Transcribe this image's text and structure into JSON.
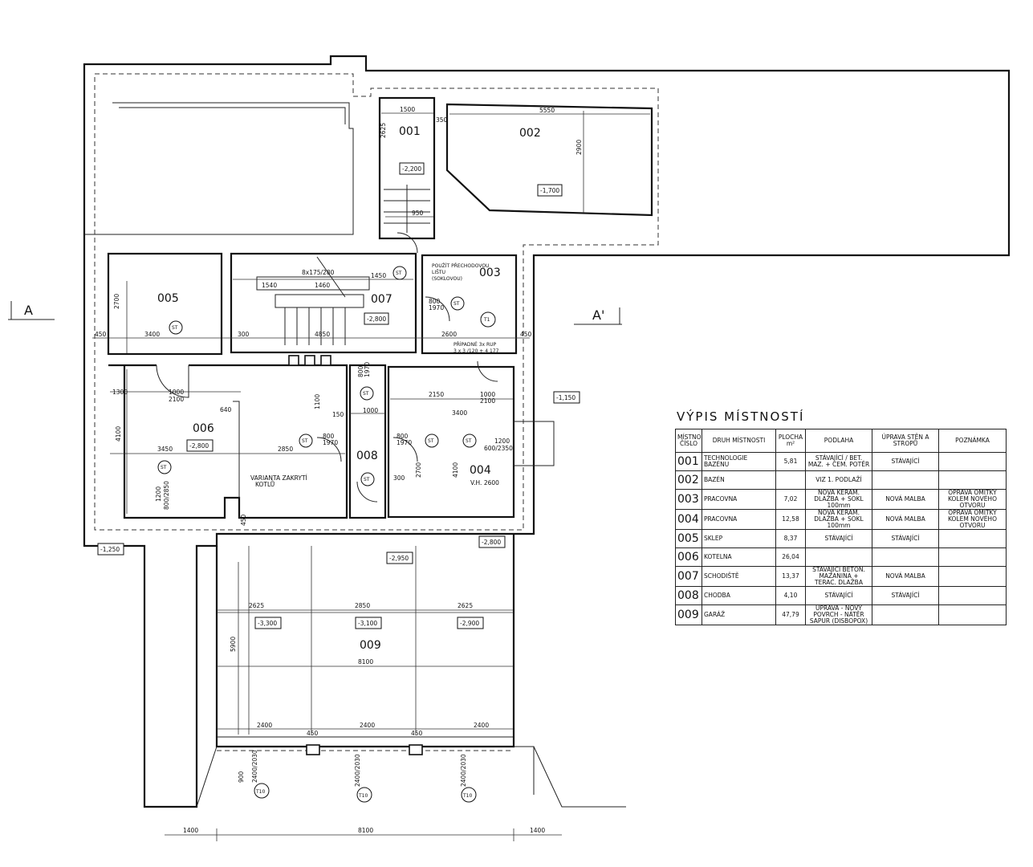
{
  "rooms": {
    "r001": "001",
    "r002": "002",
    "r003": "003",
    "r004": "004",
    "r005": "005",
    "r006": "006",
    "r007": "007",
    "r008": "008",
    "r009": "009"
  },
  "levels": {
    "l001": "-2,200",
    "l002": "-1,700",
    "l006": "-2,800",
    "l007": "-2,800",
    "l_right": "-1,150",
    "l_left": "-1,250",
    "l_corr": "-2,800",
    "l_gar_in": "-2,950",
    "l_gar1": "-3,300",
    "l_gar2": "-3,100",
    "l_gar3": "-2,900"
  },
  "section": {
    "left": "A",
    "right": "A'"
  },
  "dims": {
    "d1500": "1500",
    "d5550": "5550",
    "d2625a": "2625",
    "d350": "350",
    "d2900": "2900",
    "d950": "950",
    "d1540": "1540",
    "d1460": "1460",
    "d1450": "1450",
    "d8x175": "8x175/280",
    "d2700a": "2700",
    "d3400a": "3400",
    "d450a": "450",
    "d300a": "300",
    "d4850": "4850",
    "d2600": "2600",
    "d450b": "450",
    "d1300": "1300",
    "d1000a": "1000",
    "d2100a": "2100",
    "d640": "640",
    "d4100a": "4100",
    "d3450": "3450",
    "d2850a": "2850",
    "d1000b": "1000",
    "d150": "150",
    "d2150": "2150",
    "d1000c": "1000",
    "d2100b": "2100",
    "d3400b": "3400",
    "d1200a": "1200",
    "d600_2350": "600/2350",
    "d4100b": "4100",
    "d2700b": "2700",
    "vh": "V.H. 2600",
    "d800a": "800",
    "d1970a": "1970",
    "d800b": "800",
    "d1970b": "1970",
    "d800c": "800",
    "d1970c": "1970",
    "d800d": "800",
    "d1970d": "1970",
    "d1200b": "1200",
    "d800_2850": "800/2850",
    "d1100": "1100",
    "d300b": "300",
    "d450c": "450",
    "d2625b": "2625",
    "d2850b": "2850",
    "d2625c": "2625",
    "d5900": "5900",
    "d8100a": "8100",
    "d2400a": "2400",
    "d450d": "450",
    "d2400b": "2400",
    "d450e": "450",
    "d2400c": "2400",
    "d900": "900",
    "d2400_2030a": "2400/2030",
    "d2400_2030b": "2400/2030",
    "d2400_2030c": "2400/2030",
    "d1400a": "1400",
    "d8100b": "8100",
    "d1400b": "1400"
  },
  "notes": {
    "n003a": "POUŽÍT PŘECHODOVOU",
    "n003b": "LIŠTU",
    "n003c": "(SOKLOVOU)",
    "n003d": "PŘÍPADNÉ 3x RUP",
    "n003e": "3 x 3 /120 + 4 177",
    "n006a": "VARIANTA ZAKRYTÍ",
    "n006b": "KOTLŮ"
  },
  "symbols": {
    "st": "ST",
    "t1": "T1",
    "t10": "T10"
  },
  "legend": {
    "title": "VÝPIS MÍSTNOSTÍ",
    "headers": {
      "h_num": "MÍSTNO. ČÍSLO",
      "h_type": "DRUH MÍSTNOSTI",
      "h_area": "PLOCHA m²",
      "h_floor": "PODLAHA",
      "h_walls": "ÚPRAVA STĚN A STROPŮ",
      "h_note": "POZNÁMKA"
    },
    "rows": [
      {
        "num": "001",
        "name": "TECHNOLOGIE BAZÉNU",
        "area": "5,81",
        "floor": "STÁVAJÍCÍ / BET. MAZ. + CEM. POTĚR",
        "walls": "STÁVAJÍCÍ",
        "note": ""
      },
      {
        "num": "002",
        "name": "BAZÉN",
        "area": "",
        "floor": "VIZ 1. PODLAŽÍ",
        "walls": "",
        "note": ""
      },
      {
        "num": "003",
        "name": "PRACOVNA",
        "area": "7,02",
        "floor": "NOVÁ KERAM. DLAŽBA + SOKL 100mm",
        "walls": "NOVÁ MALBA",
        "note": "OPRAVA OMÍTKY KOLEM NOVÉHO OTVORU"
      },
      {
        "num": "004",
        "name": "PRACOVNA",
        "area": "12,58",
        "floor": "NOVÁ KERAM. DLAŽBA + SOKL 100mm",
        "walls": "NOVÁ MALBA",
        "note": "OPRAVA OMÍTKY KOLEM NOVÉHO OTVORU"
      },
      {
        "num": "005",
        "name": "SKLEP",
        "area": "8,37",
        "floor": "STÁVAJÍCÍ",
        "walls": "STÁVAJÍCÍ",
        "note": ""
      },
      {
        "num": "006",
        "name": "KOTELNA",
        "area": "26,04",
        "floor": "",
        "walls": "",
        "note": ""
      },
      {
        "num": "007",
        "name": "SCHODIŠTĚ",
        "area": "13,37",
        "floor": "STÁVAJÍCÍ BETON. MAZANINA + TERAC. DLAŽBA",
        "walls": "NOVÁ MALBA",
        "note": ""
      },
      {
        "num": "008",
        "name": "CHODBA",
        "area": "4,10",
        "floor": "STÁVAJÍCÍ",
        "walls": "STÁVAJÍCÍ",
        "note": ""
      },
      {
        "num": "009",
        "name": "GARÁŽ",
        "area": "47,79",
        "floor": "ÚPRAVA - NOVÝ POVRCH - NÁTĚR SAPUR (DISBOPOX)",
        "walls": "",
        "note": ""
      }
    ]
  }
}
